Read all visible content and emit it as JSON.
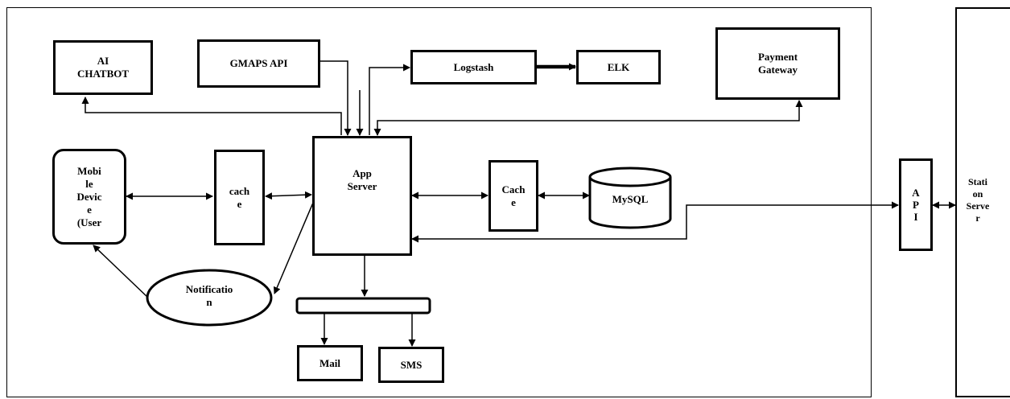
{
  "nodes": {
    "ai_chatbot": "AI\nCHATBOT",
    "gmaps_api": "GMAPS API",
    "logstash": "Logstash",
    "elk": "ELK",
    "payment_gateway": "Payment\nGateway",
    "mobile_device": "Mobi\nle\nDevic\ne\n(User",
    "cache_left": "cach\ne",
    "app_server": "App\nServer",
    "cache_right": "Cach\ne",
    "mysql": "MySQL",
    "notification": "Notificatio\nn",
    "mail": "Mail",
    "sms": "SMS",
    "api": "A\nP\nI",
    "station_server": "Stati\non\nServe\nr"
  }
}
